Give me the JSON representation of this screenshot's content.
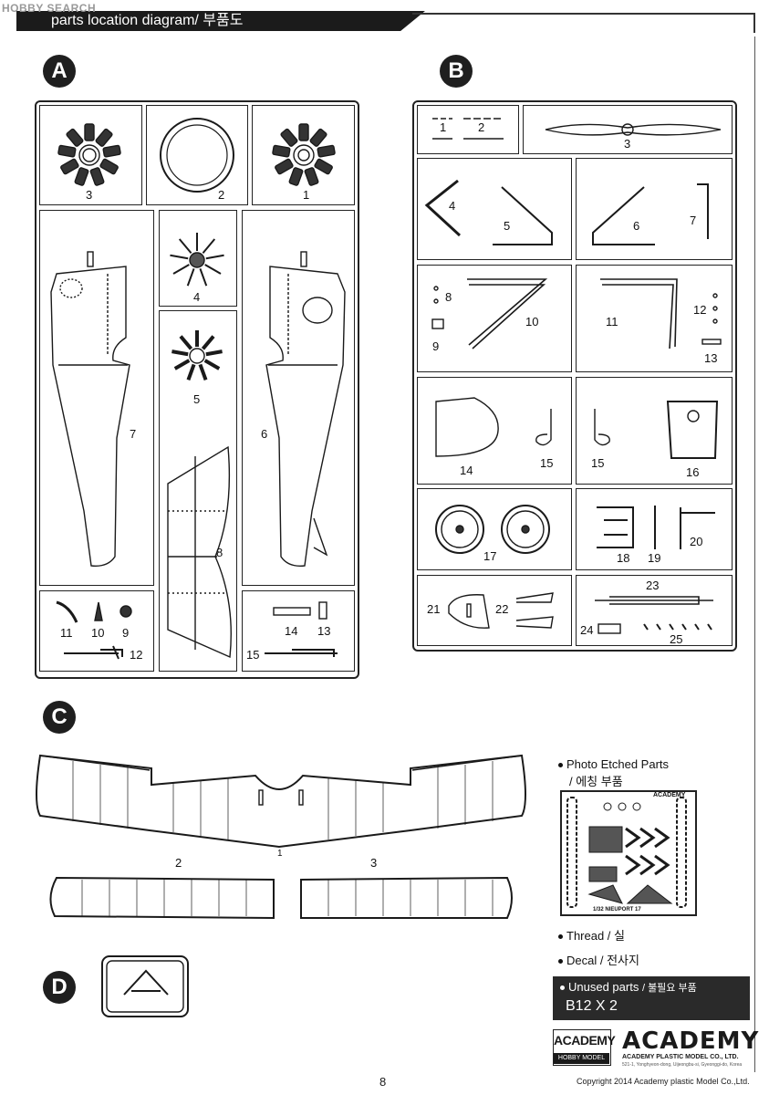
{
  "header": {
    "watermark": "HOBBY SEARCH",
    "title": "parts location diagram/ 부품도"
  },
  "sections": {
    "a": "A",
    "b": "B",
    "c": "C",
    "d": "D"
  },
  "parts_a": {
    "r1": [
      "3",
      "2",
      "1"
    ],
    "r2": [
      "7",
      "4",
      "5",
      "6",
      "8"
    ],
    "r3": [
      "11",
      "10",
      "9",
      "12",
      "14",
      "13",
      "15"
    ]
  },
  "parts_b": {
    "n1": "1",
    "n2": "2",
    "n3": "3",
    "n4": "4",
    "n5": "5",
    "n6": "6",
    "n7": "7",
    "n8": "8",
    "n9": "9",
    "n10": "10",
    "n11": "11",
    "n12": "12",
    "n13": "13",
    "n14": "14",
    "n15a": "15",
    "n15b": "15",
    "n16": "16",
    "n17": "17",
    "n18": "18",
    "n19": "19",
    "n20": "20",
    "n21": "21",
    "n22": "22",
    "n23": "23",
    "n24": "24",
    "n25": "25"
  },
  "parts_c": {
    "n1": "1",
    "n2": "2",
    "n3": "3"
  },
  "legend": {
    "photo_etched": "Photo Etched Parts",
    "photo_etched_kr": "/ 에칭 부품",
    "thread": "Thread / 실",
    "decal": "Decal / 전사지",
    "pe_sheet_brand": "ACADEMY",
    "pe_sheet_name": "1/32 NIEUPORT 17"
  },
  "unused": {
    "label": "Unused parts",
    "label_kr": "/ 불필요 부품",
    "value": "B12 X 2"
  },
  "brand": {
    "box_title": "ACADEMY",
    "box_sub": "HOBBY MODEL KITS",
    "logo": "ACADEMY",
    "company": "ACADEMY PLASTIC MODEL CO., LTD.",
    "address": "521-1, Yonghyeon-dong, Uijeongbu-si, Gyeonggi-do, Korea"
  },
  "footer": {
    "page": "8",
    "copyright": "Copyright 2014  Academy plastic Model Co.,Ltd."
  },
  "colors": {
    "ink": "#1a1a1a",
    "panel": "#2a2a2a",
    "paper": "#ffffff"
  }
}
